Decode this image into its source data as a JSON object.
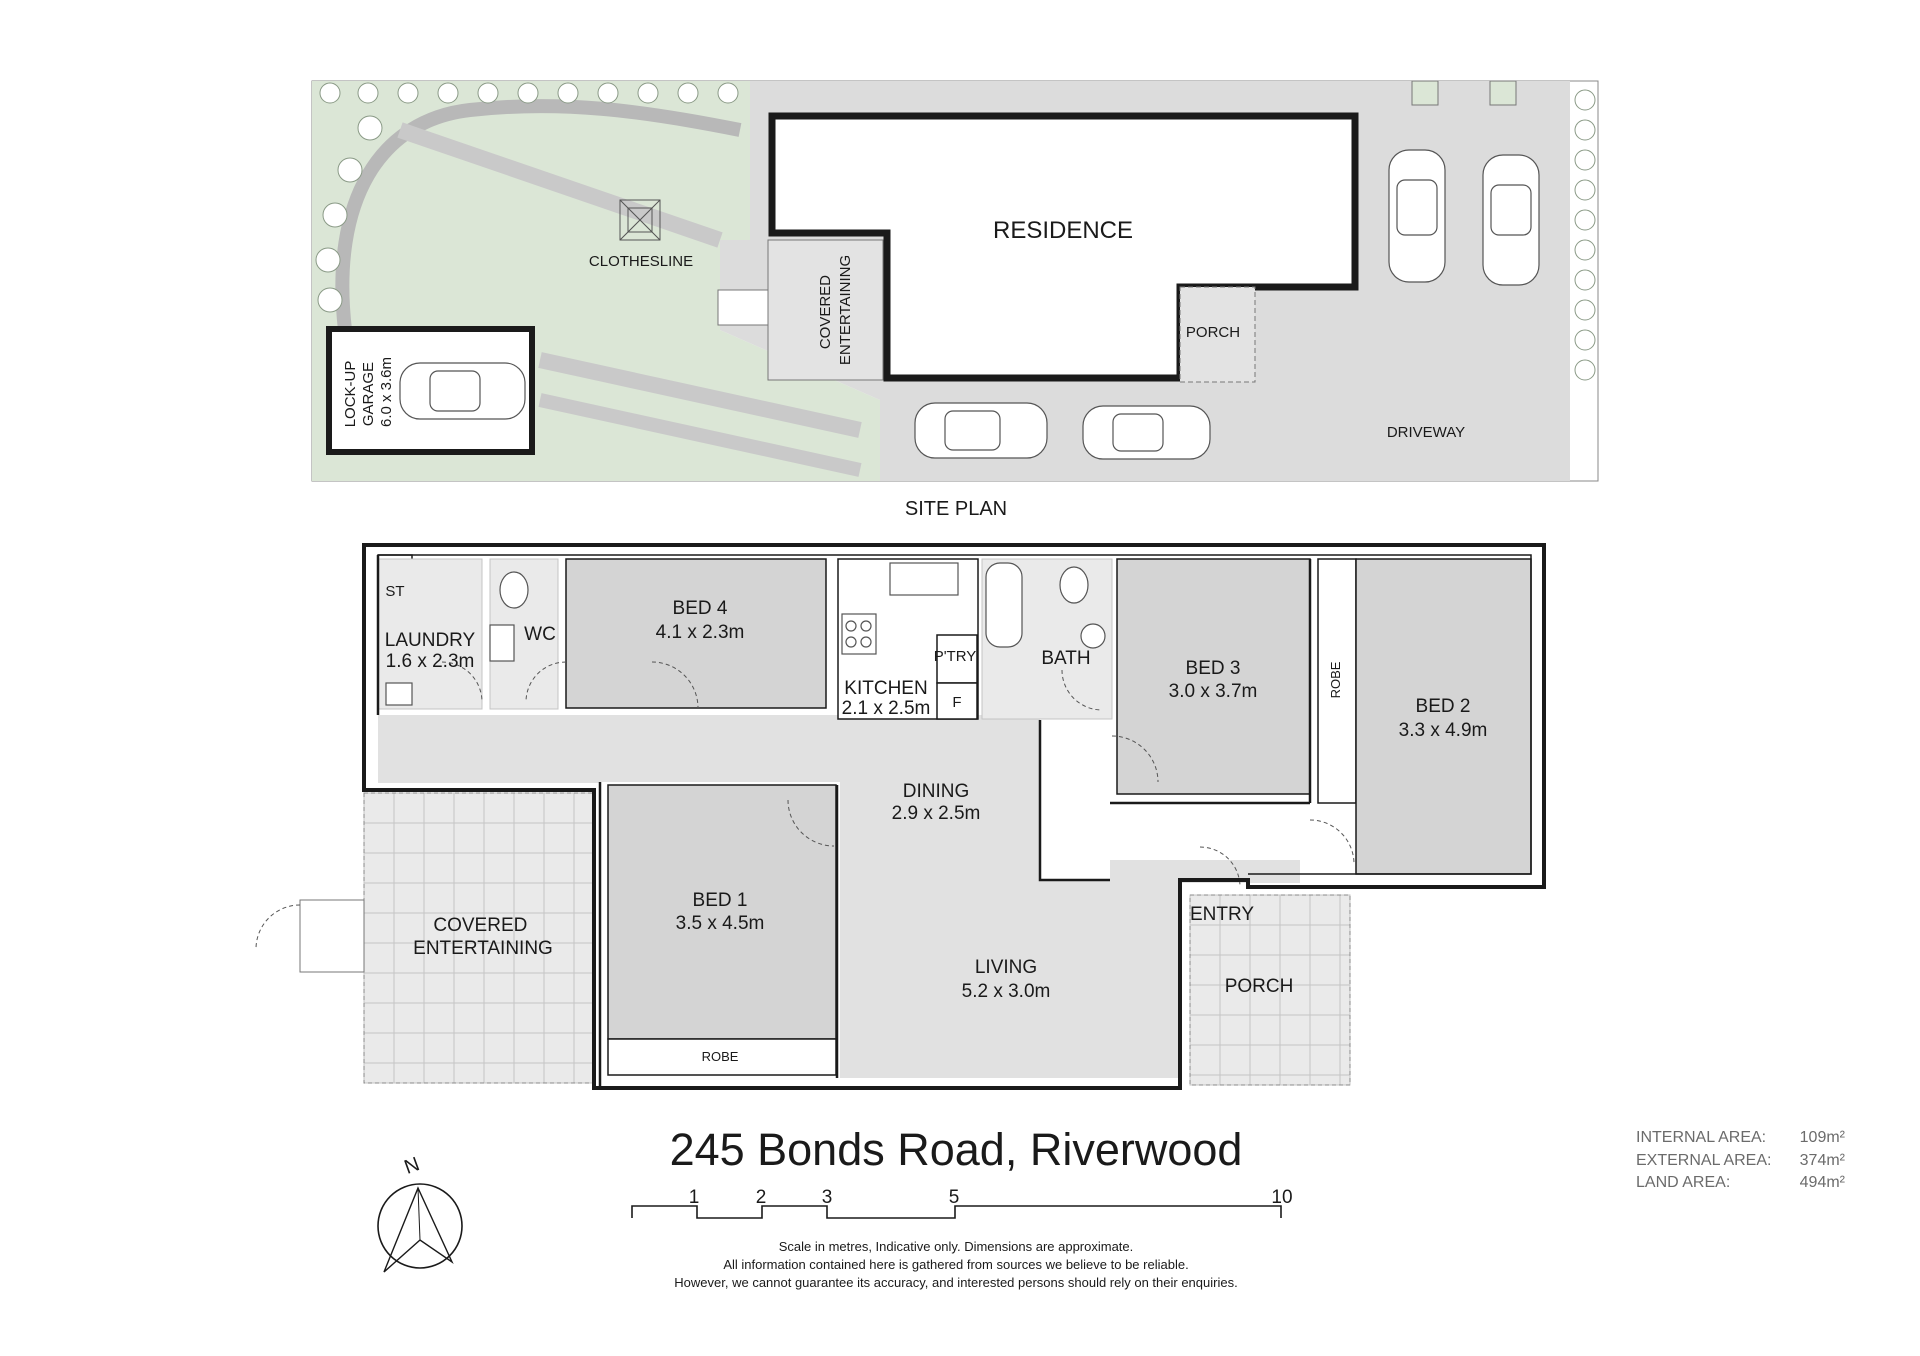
{
  "site_plan": {
    "title": "SITE PLAN",
    "residence": "RESIDENCE",
    "clothesline": "CLOTHESLINE",
    "covered_entertaining_l1": "COVERED",
    "covered_entertaining_l2": "ENTERTAINING",
    "porch": "PORCH",
    "driveway": "DRIVEWAY",
    "garage_l1": "LOCK-UP",
    "garage_l2": "GARAGE",
    "garage_l3": "6.0 x 3.6m"
  },
  "floor_plan": {
    "st": "ST",
    "laundry": {
      "name": "LAUNDRY",
      "dims": "1.6 x 2.3m"
    },
    "wc": "WC",
    "bed4": {
      "name": "BED 4",
      "dims": "4.1 x 2.3m"
    },
    "kitchen": {
      "name": "KITCHEN",
      "dims": "2.1 x 2.5m"
    },
    "pantry": "P'TRY",
    "fridge": "F",
    "bath": "BATH",
    "bed3": {
      "name": "BED 3",
      "dims": "3.0 x 3.7m"
    },
    "robe_bed2": "ROBE",
    "bed2": {
      "name": "BED 2",
      "dims": "3.3 x 4.9m"
    },
    "dining": {
      "name": "DINING",
      "dims": "2.9 x 2.5m"
    },
    "bed1": {
      "name": "BED 1",
      "dims": "3.5 x 4.5m"
    },
    "robe_bed1": "ROBE",
    "covered_entertaining_l1": "COVERED",
    "covered_entertaining_l2": "ENTERTAINING",
    "living": {
      "name": "LIVING",
      "dims": "5.2 x 3.0m"
    },
    "entry": "ENTRY",
    "porch": "PORCH"
  },
  "address": "245 Bonds Road, Riverwood",
  "areas": [
    {
      "label": "INTERNAL AREA:",
      "value": "109m²"
    },
    {
      "label": "EXTERNAL AREA:",
      "value": "374m²"
    },
    {
      "label": "LAND AREA:",
      "value": "494m²"
    }
  ],
  "scale": {
    "ticks": [
      "1",
      "2",
      "3",
      "5",
      "10"
    ]
  },
  "compass": "N",
  "disclaimer": [
    "Scale in metres, Indicative only. Dimensions are approximate.",
    "All information contained here is gathered from sources we believe to be reliable.",
    "However, we cannot guarantee its accuracy, and interested persons should rely on their enquiries."
  ]
}
